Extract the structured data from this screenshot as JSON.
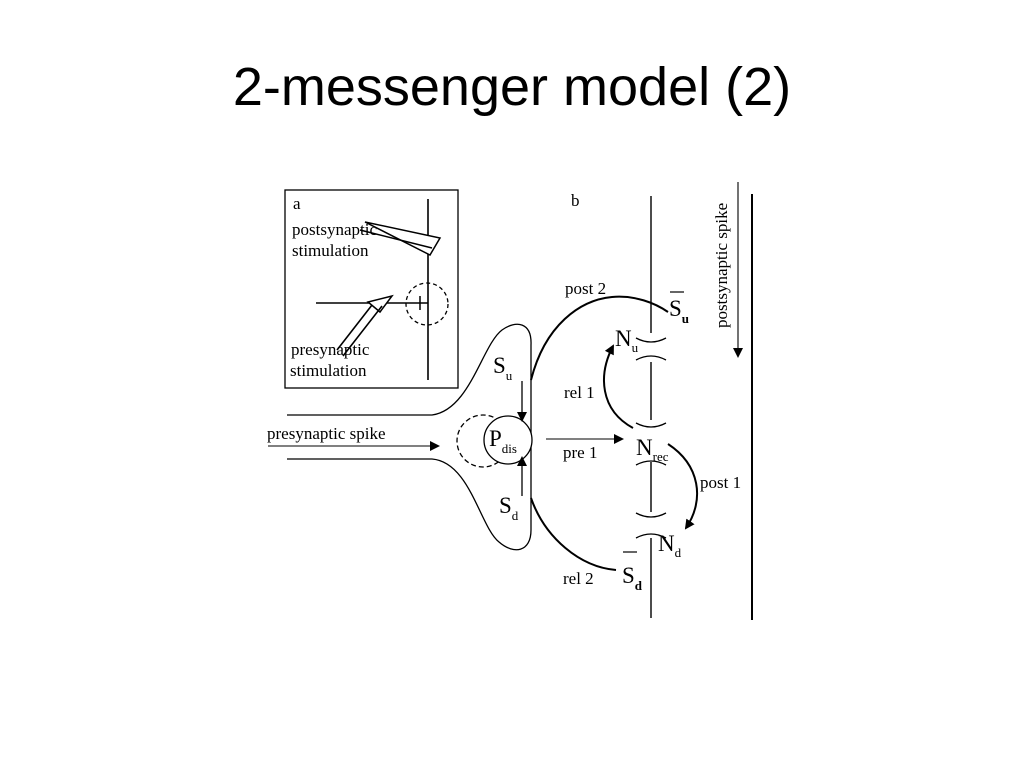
{
  "slide": {
    "title": "2-messenger model (2)"
  },
  "diagram": {
    "panel_a": {
      "letter": "a",
      "postsynaptic_line1": "postsynaptic",
      "postsynaptic_line2": "stimulation",
      "presynaptic_line1": "presynaptic",
      "presynaptic_line2": "stimulation"
    },
    "panel_b": {
      "letter": "b",
      "presynaptic_spike": "presynaptic spike",
      "postsynaptic_spike": "postsynaptic spike",
      "post2": "post 2",
      "rel1": "rel 1",
      "pre1": "pre 1",
      "post1": "post 1",
      "rel2": "rel 2",
      "S": "S",
      "N": "N",
      "P": "P",
      "u": "u",
      "d": "d",
      "rec": "rec",
      "dis": "dis"
    }
  }
}
